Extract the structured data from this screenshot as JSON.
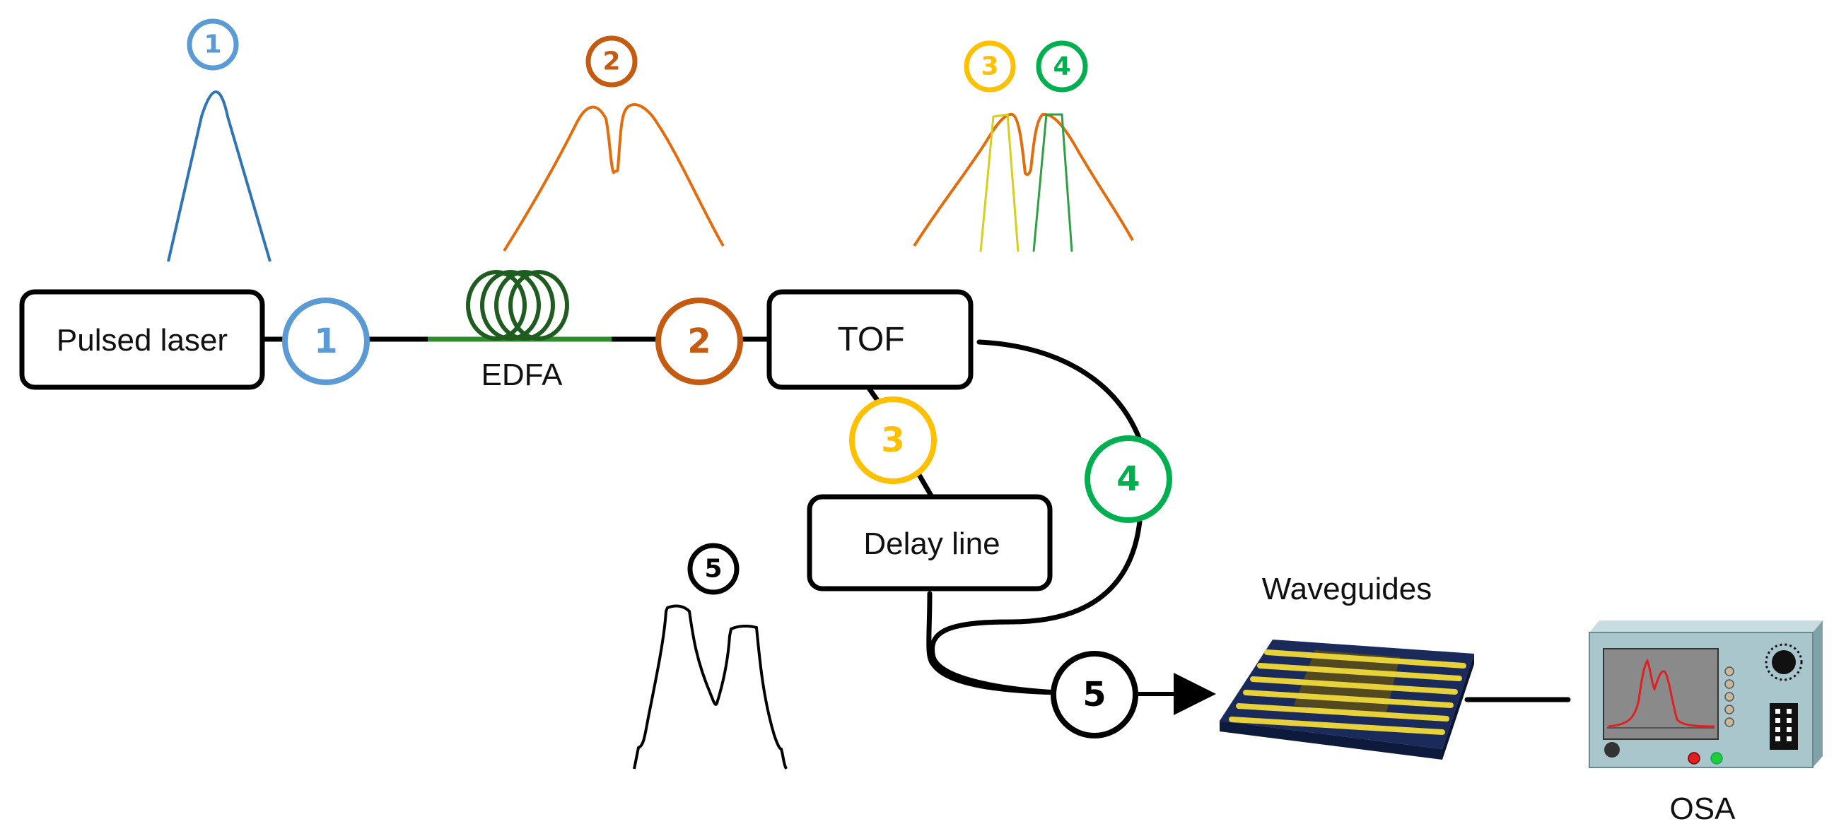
{
  "components": {
    "pulsed_laser": "Pulsed laser",
    "edfa": "EDFA",
    "tof": "TOF",
    "delay_line": "Delay line",
    "waveguides": "Waveguides",
    "osa": "OSA"
  },
  "markers": {
    "m1": "1",
    "m2": "2",
    "m3": "3",
    "m4": "4",
    "m5": "5"
  },
  "colors": {
    "marker_1": "#5b9bd5",
    "marker_2": "#c55a11",
    "marker_3": "#ffc000",
    "marker_4": "#00b050",
    "marker_5": "#000000",
    "spectrum_1": "#2e75b6",
    "spectrum_2": "#e46c0a",
    "spectrum_3": "#d6cf1e",
    "spectrum_4": "#2ea043",
    "edfa_coil": "#1f5c1f",
    "waveguide_strip": "#e8d23a",
    "chip": "#1a2a5a",
    "osa_body": "#a9c6cc",
    "osa_screen": "#8a8a8a",
    "osa_trace": "#e02020"
  },
  "icons": {
    "edfa": "fiber-coil-icon",
    "chip": "waveguide-chip-icon",
    "osa": "spectrum-analyzer-icon",
    "arrow": "arrow-right-icon"
  }
}
